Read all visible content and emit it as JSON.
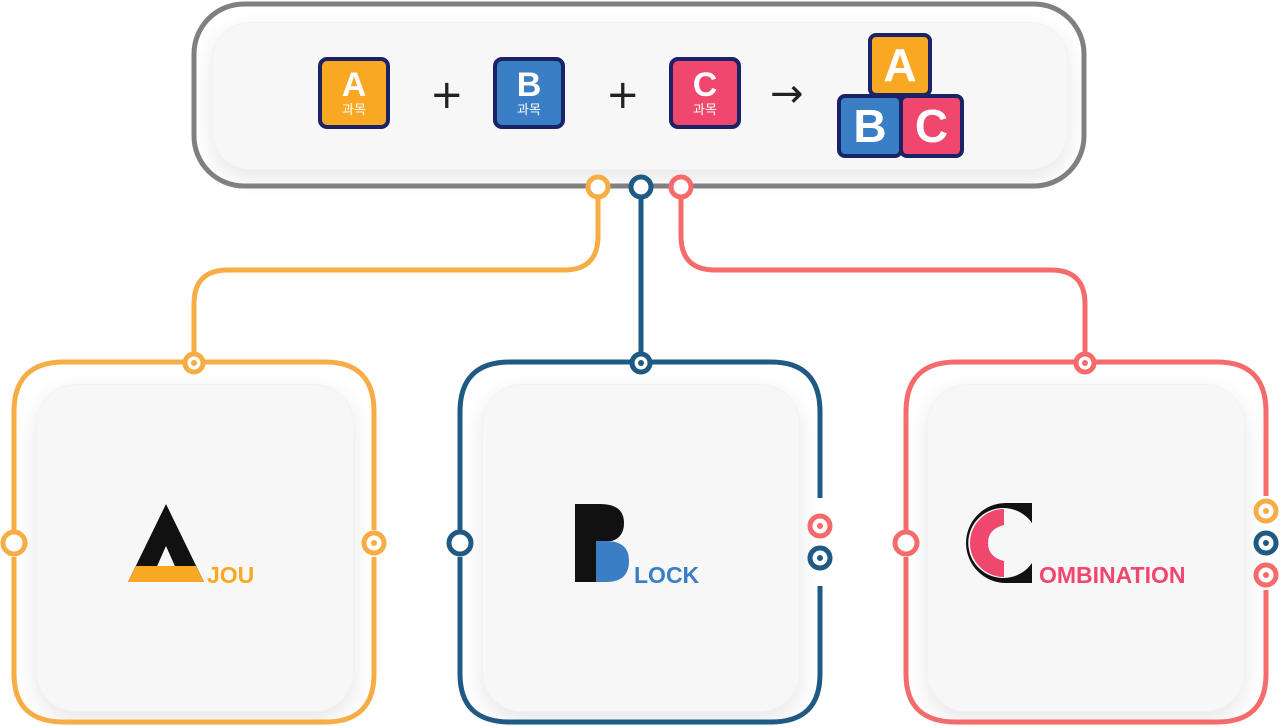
{
  "colors": {
    "a": "#f9a824",
    "b": "#3a7ec6",
    "c": "#f0476e",
    "frame": "#808080",
    "line_a": "#f7ad45",
    "line_b": "#1e5a84",
    "line_c": "#f56a6a",
    "block_border": "#1a2366",
    "ink": "#111111"
  },
  "equation": {
    "subjects": [
      {
        "letter": "A",
        "label": "과목",
        "color": "#f9a824"
      },
      {
        "letter": "B",
        "label": "과목",
        "color": "#3a7ec6"
      },
      {
        "letter": "C",
        "label": "과목",
        "color": "#f0476e"
      }
    ],
    "plus": "+",
    "arrow": "→",
    "result": {
      "top": "A",
      "left": "B",
      "right": "C"
    }
  },
  "cards": [
    {
      "letter": "A",
      "word": "JOU",
      "color": "#f9a824"
    },
    {
      "letter": "B",
      "word": "LOCK",
      "color": "#3a7ec6"
    },
    {
      "letter": "C",
      "word": "OMBINATION",
      "color": "#f0476e"
    }
  ]
}
